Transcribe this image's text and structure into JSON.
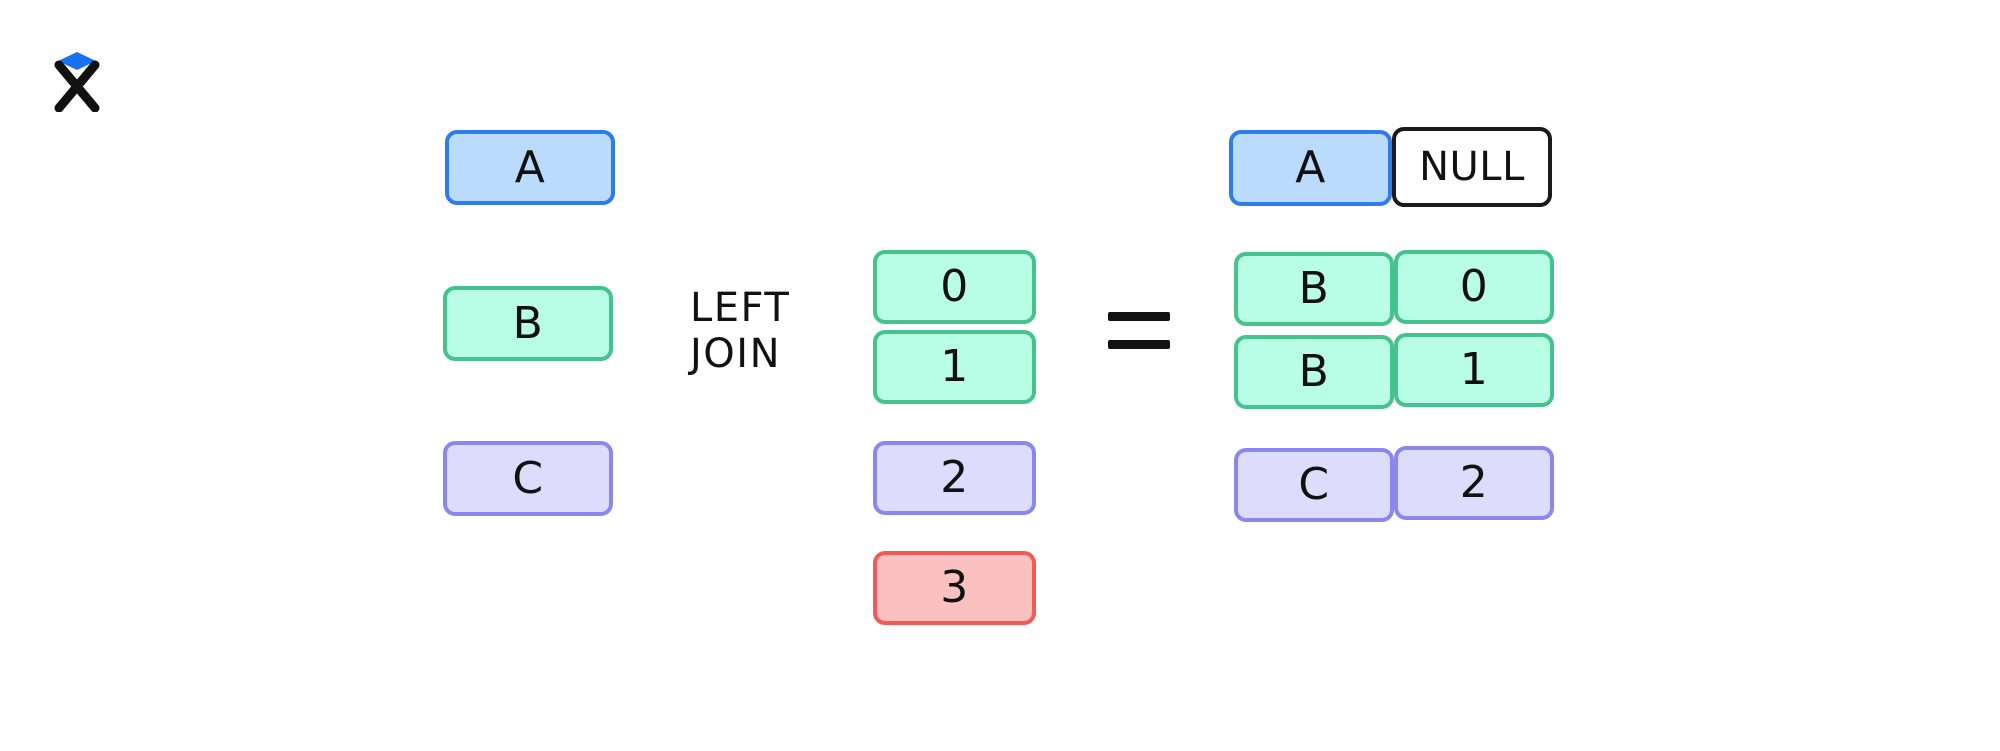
{
  "logo": {
    "name": "excalidraw-logo",
    "diamond_color": "#1971f2",
    "x_color": "#111111"
  },
  "operator": {
    "join_label_line1": "LEFT",
    "join_label_line2": "JOIN",
    "equals_symbol": "="
  },
  "colors": {
    "blue_fill": "#bbdbfd",
    "blue_border": "#2e7bf0",
    "green_fill": "#b8fde5",
    "green_border": "#46c28d",
    "purple_fill": "#dddcfd",
    "purple_border": "#8b87f0",
    "red_fill": "#fbc0c0",
    "red_border": "#f05c55",
    "white_fill": "#ffffff",
    "black_border": "#1a1a1a"
  },
  "left_table": {
    "name": "left-table",
    "rows": [
      {
        "label": "A",
        "color": "blue"
      },
      {
        "label": "B",
        "color": "green"
      },
      {
        "label": "C",
        "color": "purple"
      }
    ]
  },
  "right_table": {
    "name": "right-table",
    "rows": [
      {
        "label": "0",
        "color": "green"
      },
      {
        "label": "1",
        "color": "green"
      },
      {
        "label": "2",
        "color": "purple"
      },
      {
        "label": "3",
        "color": "red"
      }
    ]
  },
  "result_table": {
    "name": "result-table",
    "rows": [
      {
        "left": "A",
        "right": "NULL",
        "left_color": "blue",
        "right_color": "white"
      },
      {
        "left": "B",
        "right": "0",
        "left_color": "green",
        "right_color": "green"
      },
      {
        "left": "B",
        "right": "1",
        "left_color": "green",
        "right_color": "green"
      },
      {
        "left": "C",
        "right": "2",
        "left_color": "purple",
        "right_color": "purple"
      }
    ]
  }
}
